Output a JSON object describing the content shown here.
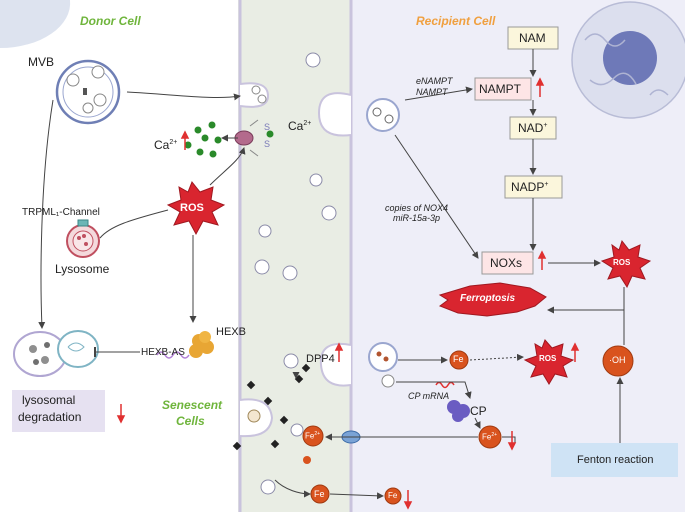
{
  "sections": {
    "donor": "Donor Cell",
    "recipient": "Recipient Cell",
    "senescent_line1": "Senescent",
    "senescent_line2": "Cells"
  },
  "donor": {
    "mvb": "MVB",
    "ca_left": "Ca",
    "ca_left_sup": "2+",
    "ca_right": "Ca",
    "ca_right_sup": "2+",
    "ros": "ROS",
    "trpml": "TRPML₁-Channel",
    "lysosome": "Lysosome",
    "hexb": "HEXB",
    "hexb_as": "HEXB-AS",
    "degradation_line1": "lysosomal",
    "degradation_line2": "degradation",
    "s1": "S",
    "s2": "S"
  },
  "middle": {
    "dpp4": "DPP4",
    "fe2": "Fe",
    "fe2_sup": "2+",
    "fe_bottom": "Fe",
    "fe_right": "Fe"
  },
  "recipient": {
    "enampt_line1": "eNAMPT",
    "enampt_line2": "NAMPT",
    "nam": "NAM",
    "nampt": "NAMPT",
    "nad": "NAD",
    "nad_sup": "+",
    "nadp": "NADP",
    "nadp_sup": "+",
    "copies_line1": "copies of  NOX4",
    "copies_line2": "miR-15a-3p",
    "noxs": "NOXs",
    "ros_right": "ROS",
    "ferroptosis": "Ferroptosis",
    "fe": "Fe",
    "ros_lower": "ROS",
    "oh": "·OH",
    "cp_mrna": "CP mRNA",
    "cp": "CP",
    "fe2": "Fe",
    "fe2_sup": "2+",
    "fenton": "Fenton reaction"
  },
  "colors": {
    "donor_title": "#6fb53c",
    "recipient_title": "#f0a040",
    "ros_red": "#d9252f",
    "up_arrow": "#e03030",
    "fe_orange": "#d9531e",
    "recipient_bg": "#eeeef8",
    "senescent_bg": "#e9ede4",
    "fenton_bg": "#cfe3f5",
    "degradation_bg": "#e6e1f1"
  }
}
